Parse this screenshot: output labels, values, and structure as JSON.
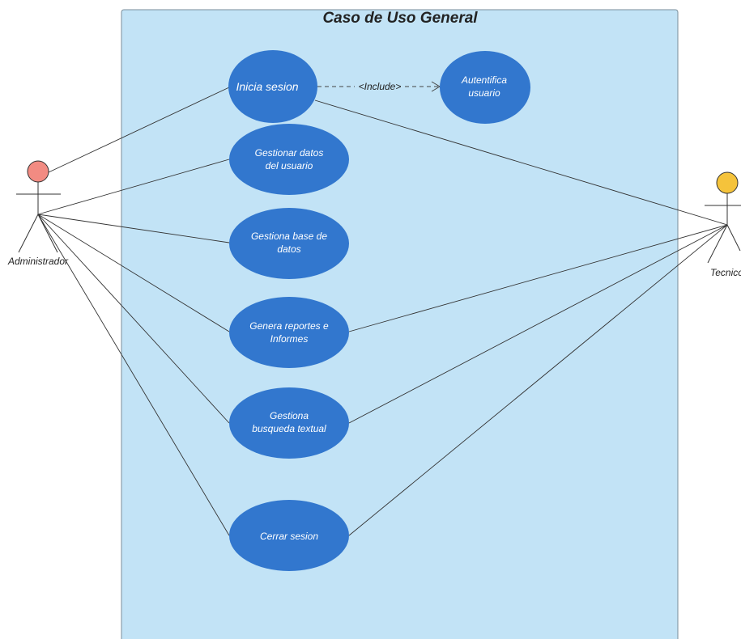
{
  "diagram": {
    "title": "Caso de Uso General",
    "colors": {
      "system_fill": "#c2e3f6",
      "system_border": "#7a8d99",
      "usecase_fill": "#3277ce",
      "admin_head": "#f28b82",
      "tecnico_head": "#f5c33b"
    },
    "actors": {
      "administrador": "Administrador",
      "tecnico": "Tecnico"
    },
    "include_label": "<Include>",
    "use_cases": {
      "inicia_sesion": "Inicia sesion",
      "autentifica": [
        "Autentifica",
        "usuario"
      ],
      "gestionar_datos": [
        "Gestionar datos",
        "del usuario"
      ],
      "gestiona_base": [
        "Gestiona base de",
        "datos"
      ],
      "genera_reportes": [
        "Genera reportes e",
        "Informes"
      ],
      "gestiona_busqueda": [
        "Gestiona",
        "busqueda  textual"
      ],
      "cerrar_sesion": "Cerrar sesion"
    }
  }
}
